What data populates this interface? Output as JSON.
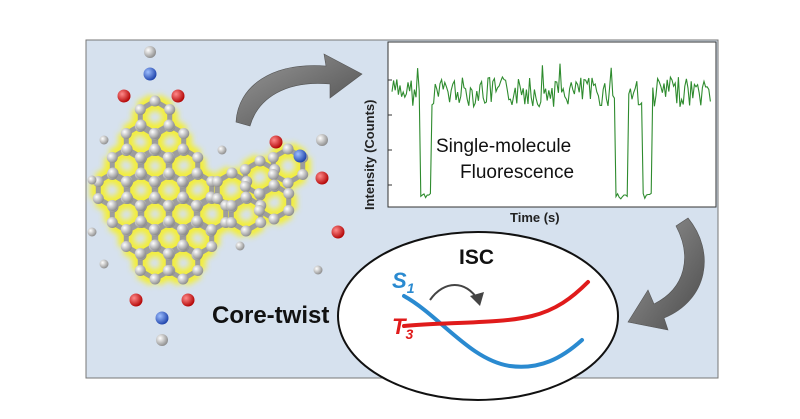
{
  "panel": {
    "background": "#d6e1ee",
    "border": "#777777"
  },
  "molecule": {
    "label": "Core-twist",
    "glow_color": "#f3ee3a",
    "carbon_color": "#a7a7a7",
    "oxygen_color": "#e11b1b",
    "nitrogen_color": "#2b5fd9",
    "hydrogen_color": "#e9e9e9"
  },
  "trace": {
    "ylabel": "Intensity (Counts)",
    "xlabel": "Time (s)",
    "annotation_line1": "Single-molecule",
    "annotation_line2": "Fluorescence",
    "color": "#2e8b2e"
  },
  "isc": {
    "title": "ISC",
    "s1_letter": "S",
    "s1_sub": "1",
    "t3_letter": "T",
    "t3_sub": "3",
    "s1_color": "#2a8ad0",
    "t3_color": "#e01b1b"
  },
  "arrows": {
    "color": "#6d6d6d"
  }
}
